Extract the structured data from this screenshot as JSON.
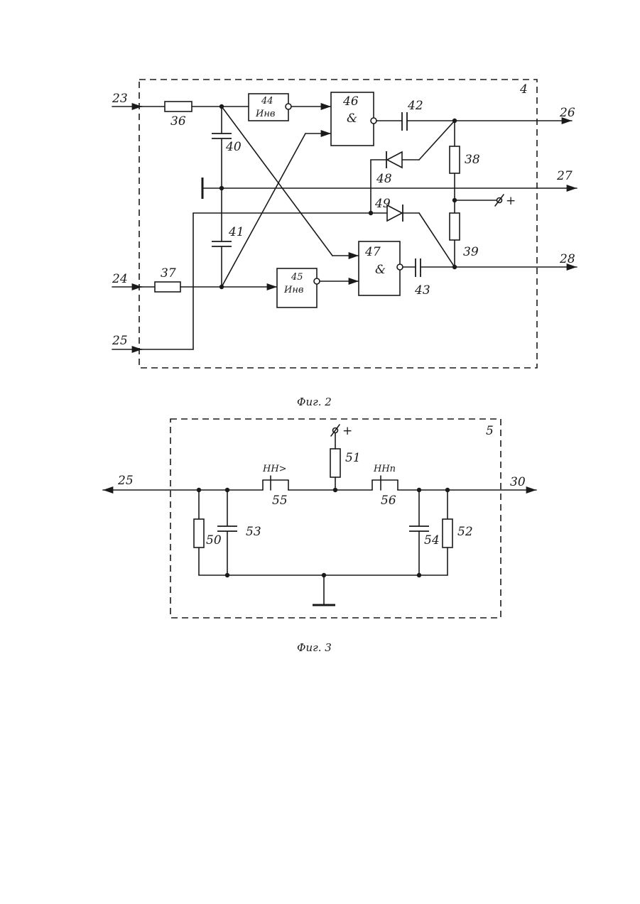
{
  "fig2": {
    "block_number": "4",
    "caption": "Фиг. 2",
    "terminals": {
      "in1": "23",
      "in2": "24",
      "in3": "25",
      "out1": "26",
      "out2": "27",
      "out3": "28",
      "supply": "+"
    },
    "resistors": {
      "r36": "36",
      "r37": "37",
      "r38": "38",
      "r39": "39"
    },
    "capacitors": {
      "c40": "40",
      "c41": "41",
      "c42": "42",
      "c43": "43"
    },
    "inverters": {
      "i44": {
        "number": "44",
        "text": "Инв"
      },
      "i45": {
        "number": "45",
        "text": "Инв"
      }
    },
    "and_gates": {
      "g46": {
        "number": "46",
        "symbol": "&"
      },
      "g47": {
        "number": "47",
        "symbol": "&"
      }
    },
    "diodes": {
      "d48": "48",
      "d49": "49"
    }
  },
  "fig3": {
    "block_number": "5",
    "caption": "Фиг. 3",
    "terminals": {
      "left": "25",
      "right": "30",
      "supply": "+"
    },
    "resistors": {
      "r50": "50",
      "r51": "51",
      "r52": "52"
    },
    "capacitors": {
      "c53": "53",
      "c54": "54"
    },
    "contacts": {
      "k55": {
        "number": "55",
        "text": "НН>"
      },
      "k56": {
        "number": "56",
        "text": "ННn"
      }
    }
  }
}
